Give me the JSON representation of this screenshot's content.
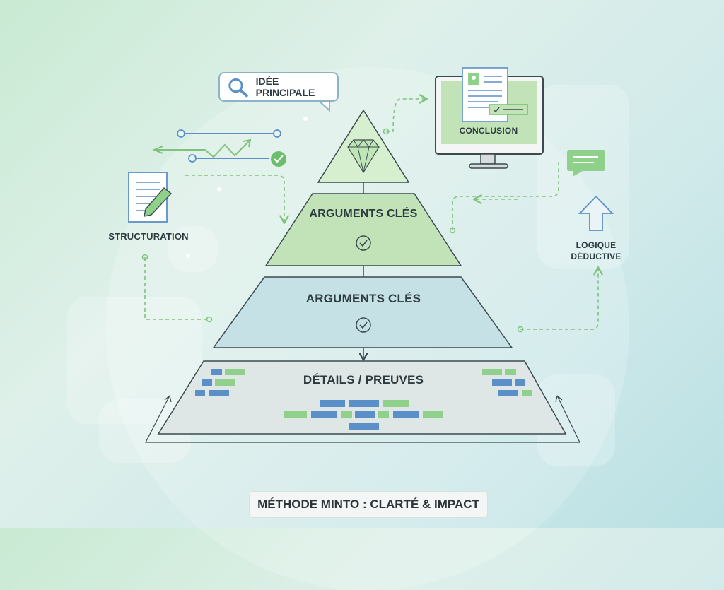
{
  "bubble": {
    "text": "IDÉE PRINCIPALE",
    "icon": "magnifier-icon"
  },
  "pyramid": {
    "level1": {
      "label": "ARGUMENTS CLÉS",
      "color": "#c2e3b7"
    },
    "level2": {
      "label": "ARGUMENTS CLÉS",
      "color": "#c5e1e6"
    },
    "base": {
      "label": "DÉTAILS / PREUVES",
      "color": "#dfe6e6"
    },
    "top": {
      "icon": "diamond-icon",
      "color": "#d5efcf"
    }
  },
  "left": {
    "label": "STRUCTURATION",
    "icon": "document-pencil-icon"
  },
  "monitor": {
    "label": "CONCLUSION",
    "icon": "monitor-icon"
  },
  "right": {
    "label_line1": "LOGIQUE",
    "label_line2": "DÉDUCTIVE",
    "icon": "up-arrow-icon"
  },
  "footer": {
    "text": "MÉTHODE MINTO : CLARTÉ & IMPACT"
  },
  "colors": {
    "green": "#6cbf6a",
    "blue": "#5a8fc8",
    "stroke": "#3c4a50",
    "dash": "#7fc27c"
  }
}
